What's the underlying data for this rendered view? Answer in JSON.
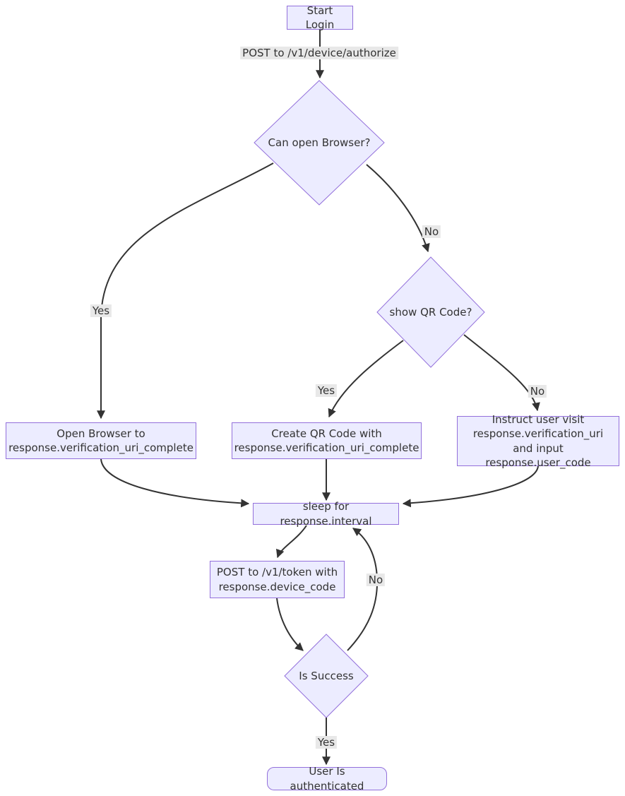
{
  "diagram": {
    "type": "flowchart",
    "colors": {
      "node_fill": "#ECECFF",
      "node_border": "#9370DB",
      "edge_line": "#333333",
      "edge_label_bg": "#e8e8e8",
      "text": "#333333",
      "background": "#ffffff"
    },
    "nodes": {
      "start": {
        "label": "Start Login",
        "shape": "rect"
      },
      "can_open_browser": {
        "label": "Can open Browser?",
        "shape": "diamond"
      },
      "show_qr_code": {
        "label": "show QR Code?",
        "shape": "diamond"
      },
      "open_browser": {
        "label": "Open Browser to response.verification_uri_complete",
        "shape": "rect"
      },
      "create_qr": {
        "label": "Create QR Code with response.verification_uri_complete",
        "shape": "rect"
      },
      "instruct_user": {
        "label": "Instruct user visit response.verification_uri and input response.user_code",
        "shape": "rect"
      },
      "sleep": {
        "label": "sleep for response.interval",
        "shape": "rect"
      },
      "post_token": {
        "label": "POST to /v1/token with response.device_code",
        "shape": "rect"
      },
      "is_success": {
        "label": "Is Success",
        "shape": "diamond"
      },
      "authenticated": {
        "label": "User Is authenticated",
        "shape": "rounded-rect"
      }
    },
    "edge_labels": {
      "post_authorize": "POST to /v1/device/authorize",
      "can_yes": "Yes",
      "can_no": "No",
      "qr_yes": "Yes",
      "qr_no": "No",
      "success_no": "No",
      "success_yes": "Yes"
    },
    "edges": [
      {
        "from": "start",
        "to": "can_open_browser",
        "label": "POST to /v1/device/authorize"
      },
      {
        "from": "can_open_browser",
        "to": "open_browser",
        "label": "Yes"
      },
      {
        "from": "can_open_browser",
        "to": "show_qr_code",
        "label": "No"
      },
      {
        "from": "show_qr_code",
        "to": "create_qr",
        "label": "Yes"
      },
      {
        "from": "show_qr_code",
        "to": "instruct_user",
        "label": "No"
      },
      {
        "from": "open_browser",
        "to": "sleep",
        "label": ""
      },
      {
        "from": "create_qr",
        "to": "sleep",
        "label": ""
      },
      {
        "from": "instruct_user",
        "to": "sleep",
        "label": ""
      },
      {
        "from": "sleep",
        "to": "post_token",
        "label": ""
      },
      {
        "from": "post_token",
        "to": "is_success",
        "label": ""
      },
      {
        "from": "is_success",
        "to": "sleep",
        "label": "No"
      },
      {
        "from": "is_success",
        "to": "authenticated",
        "label": "Yes"
      }
    ]
  }
}
